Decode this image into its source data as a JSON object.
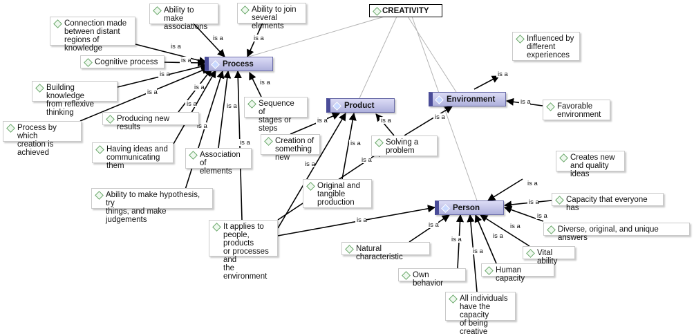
{
  "root": {
    "label": "CREATIVITY"
  },
  "concepts": {
    "process": "Process",
    "product": "Product",
    "environment": "Environment",
    "person": "Person"
  },
  "nodes": {
    "connection": "Connection made\nbetween distant\nregions of knowledge",
    "ability_associations": "Ability to make\nassociations",
    "ability_join": "Ability to join\nseveral elements",
    "cognitive": "Cognitive process",
    "building": "Building knowledge\nfrom reflexive thinking",
    "sequence": "Sequence of\nstages or steps",
    "process_by_which": "Process by which\ncreation is achieved",
    "producing": "Producing new results",
    "having_ideas": "Having ideas and\ncommunicating them",
    "association": "Association of\nelements",
    "hypothesis": "Ability to make hypothesis, try\nthings, and make judgements",
    "creation": "Creation of\nsomething new",
    "solving": "Solving a\nproblem",
    "original": "Original and\ntangible\nproduction",
    "applies": "It applies to\npeople, products\nor processes and\nthe environment",
    "influenced": "Influenced by\ndifferent\nexperiences",
    "favorable": "Favorable\nenvironment",
    "creates_new": "Creates new\nand quality ideas",
    "capacity_everyone": "Capacity that everyone has",
    "diverse": "Diverse, original, and unique answers",
    "natural": "Natural characteristic",
    "vital": "Vital ability",
    "human": "Human capacity",
    "own_behavior": "Own behavior",
    "all_individuals": "All individuals\nhave the capacity\nof being creative"
  },
  "link_label": "is a",
  "colors": {
    "concept_fill": "#aeb0dc",
    "concept_border": "#4a4c98",
    "link": "#000000",
    "root_link": "#b4b4b4"
  }
}
